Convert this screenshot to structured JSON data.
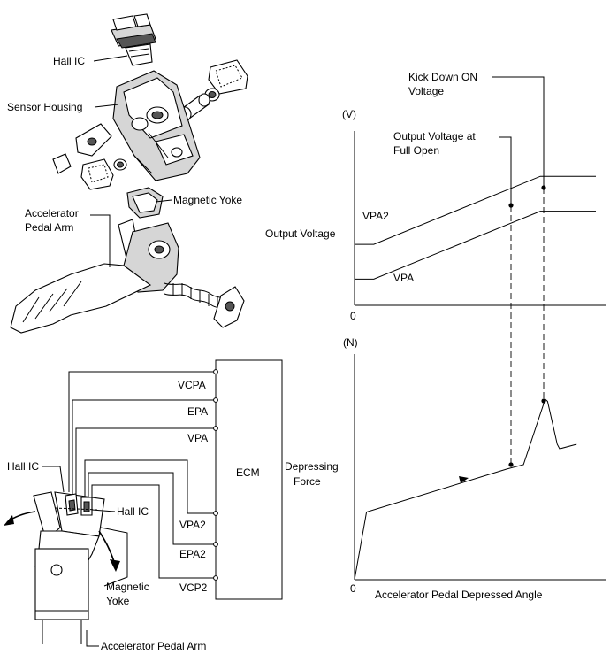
{
  "exploded_view": {
    "hall_ic": "Hall IC",
    "sensor_housing": "Sensor Housing",
    "magnetic_yoke": "Magnetic Yoke",
    "accel_pedal_arm_line1": "Accelerator",
    "accel_pedal_arm_line2": "Pedal Arm"
  },
  "circuit": {
    "terminals": [
      "VCPA",
      "EPA",
      "VPA",
      "VPA2",
      "EPA2",
      "VCP2"
    ],
    "ecm": "ECM",
    "hall_ic_left": "Hall IC",
    "hall_ic_right": "Hall IC",
    "magnetic_yoke_line1": "Magnetic",
    "magnetic_yoke_line2": "Yoke",
    "accel_pedal_arm": "Accelerator Pedal Arm"
  },
  "chart_data": [
    {
      "type": "line",
      "y_unit": "(V)",
      "ylabel": "Output Voltage",
      "origin_label": "0",
      "series": [
        {
          "name": "VPA2",
          "points": [
            [
              0,
              0.35
            ],
            [
              0.08,
              0.35
            ],
            [
              0.77,
              0.74
            ],
            [
              1,
              0.74
            ]
          ]
        },
        {
          "name": "VPA",
          "points": [
            [
              0,
              0.15
            ],
            [
              0.08,
              0.15
            ],
            [
              0.77,
              0.54
            ],
            [
              1,
              0.54
            ]
          ]
        }
      ],
      "annotations": {
        "full_open_line1": "Output Voltage at",
        "full_open_line2": "Full Open",
        "kickdown_line1": "Kick Down ON",
        "kickdown_line2": "Voltage"
      }
    },
    {
      "type": "line",
      "y_unit": "(N)",
      "ylabel_line1": "Depressing",
      "ylabel_line2": "Force",
      "xlabel": "Accelerator Pedal Depressed Angle",
      "origin_label": "0",
      "series": [
        {
          "name": "",
          "points": [
            [
              0,
              0
            ],
            [
              0.05,
              0.3
            ],
            [
              0.63,
              0.49
            ],
            [
              0.7,
              0.51
            ],
            [
              0.79,
              0.8
            ],
            [
              0.8,
              0.79
            ],
            [
              0.84,
              0.6
            ],
            [
              0.85,
              0.58
            ],
            [
              0.92,
              0.6
            ]
          ]
        }
      ]
    }
  ]
}
